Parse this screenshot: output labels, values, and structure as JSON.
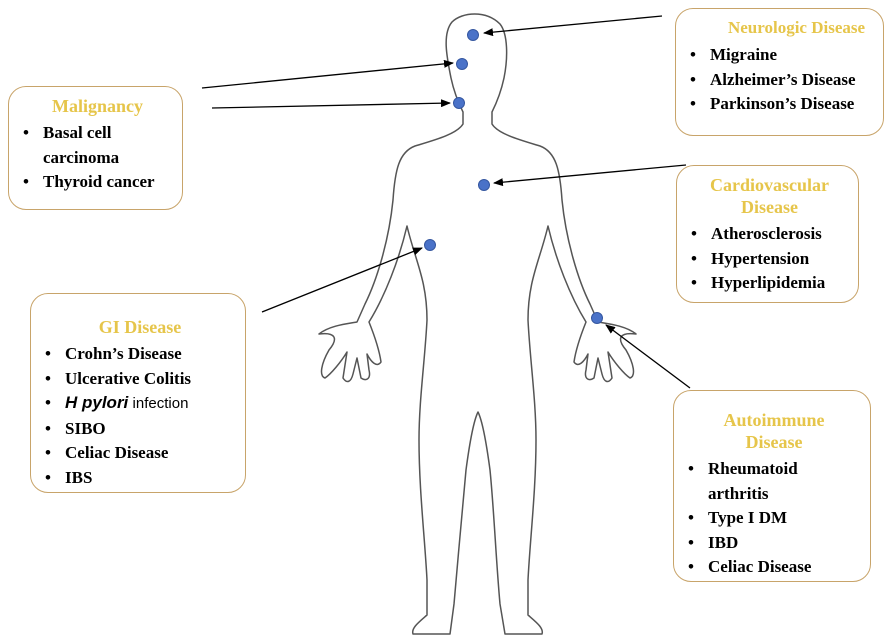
{
  "colors": {
    "accent_title": "#e6c54a",
    "box_border": "#c8a46a",
    "marker": "#4a72c8",
    "outline": "#555555"
  },
  "boxes": {
    "malignancy": {
      "title": "Malignancy",
      "items": [
        "Basal cell carcinoma",
        "Thyroid cancer"
      ]
    },
    "neurologic": {
      "title": "Neurologic Disease",
      "items": [
        "Migraine",
        "Alzheimer’s Disease",
        "Parkinson’s Disease"
      ]
    },
    "cardiovascular": {
      "title": "Cardiovascular Disease",
      "items": [
        "Atherosclerosis",
        "Hypertension",
        "Hyperlipidemia"
      ]
    },
    "gi": {
      "title": "GI Disease",
      "items": [
        "Crohn’s Disease",
        "Ulcerative Colitis",
        "SIBO",
        "Celiac Disease",
        "IBS"
      ],
      "hpylori_italic": "H pylori",
      "hpylori_rest": "infection"
    },
    "autoimmune": {
      "title": "Autoimmune Disease",
      "items": [
        "Rheumatoid arthritis",
        "Type I DM",
        "IBD",
        "Celiac Disease"
      ]
    }
  }
}
